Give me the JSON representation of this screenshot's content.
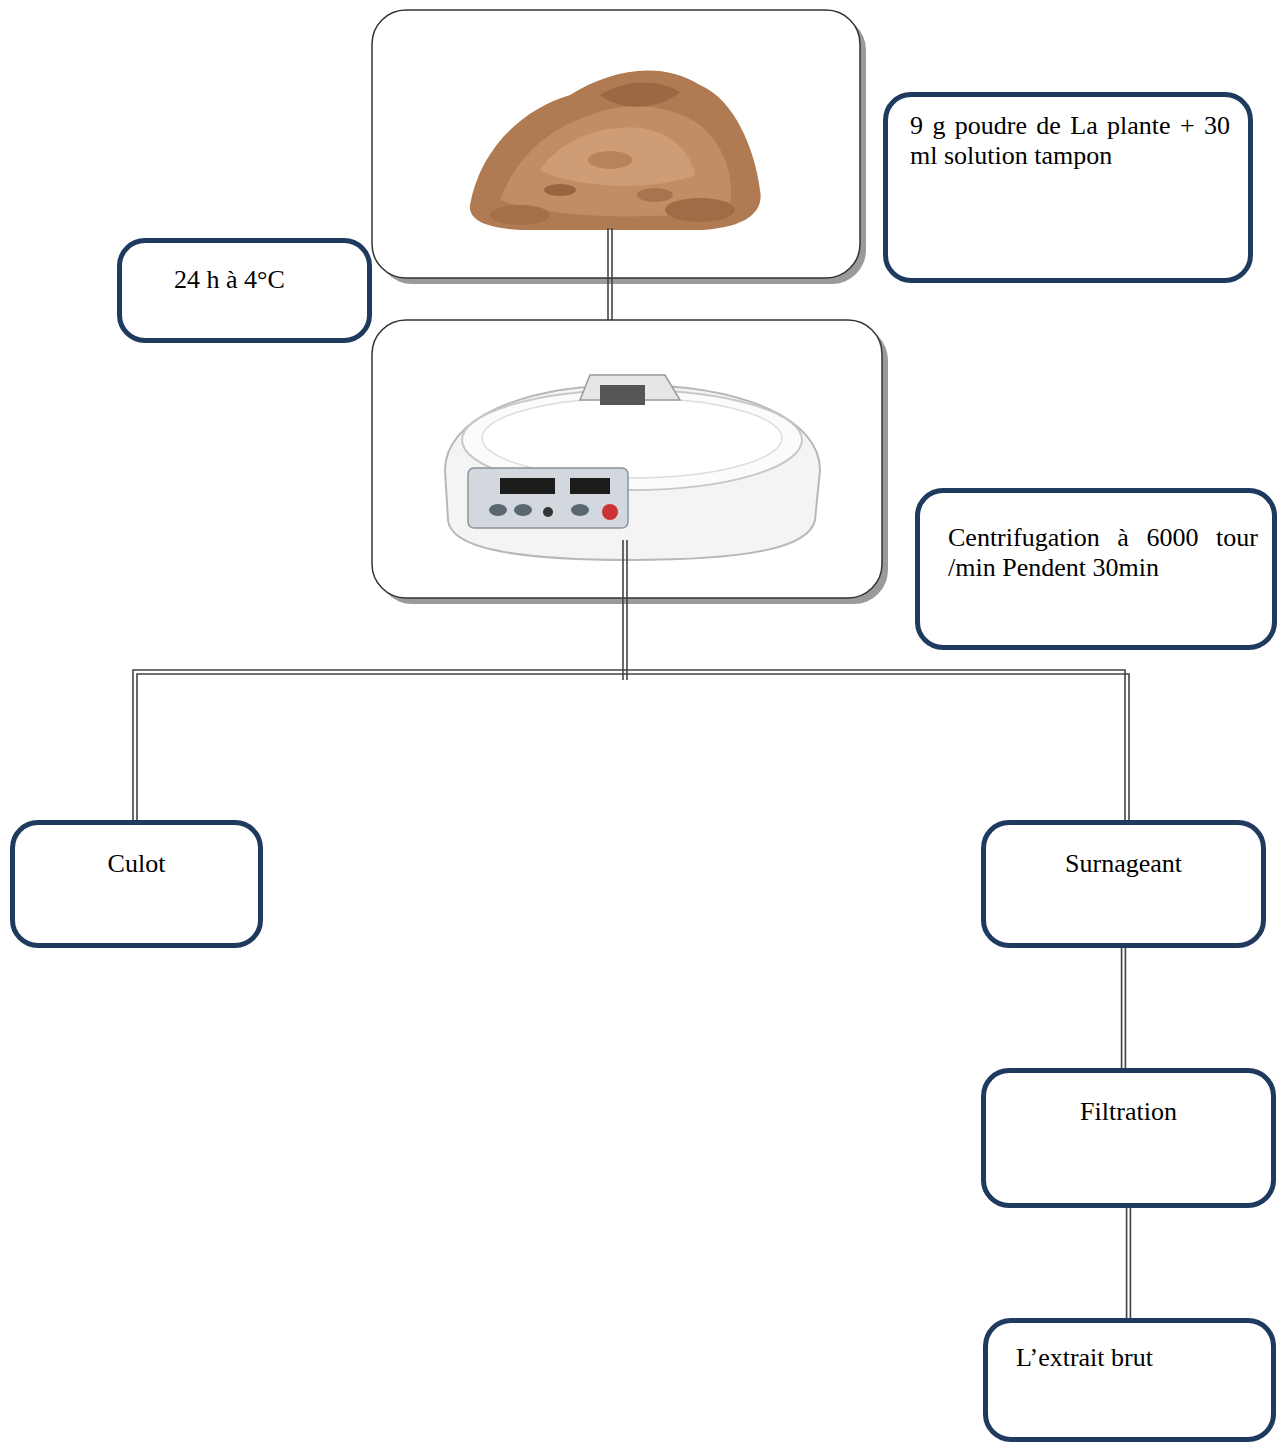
{
  "diagram": {
    "nodes": [
      {
        "text": [
          "9 g poudre de La plante + 30 ml solution tampon"
        ]
      },
      {
        "text": [
          "24 h à 4°C"
        ]
      },
      {
        "text": [
          "Centrifugation à 6000 tour /min Pendent 30min"
        ]
      },
      {
        "text": [
          "Culot"
        ]
      },
      {
        "text": [
          "Surnageant"
        ]
      },
      {
        "text": [
          "Filtration"
        ]
      },
      {
        "text": [
          "L’extrait brut"
        ]
      }
    ],
    "edges": [
      {
        "from": 4,
        "to": 5,
        "arrow": "none"
      },
      {
        "from": 5,
        "to": 6,
        "arrow": "none"
      }
    ]
  }
}
